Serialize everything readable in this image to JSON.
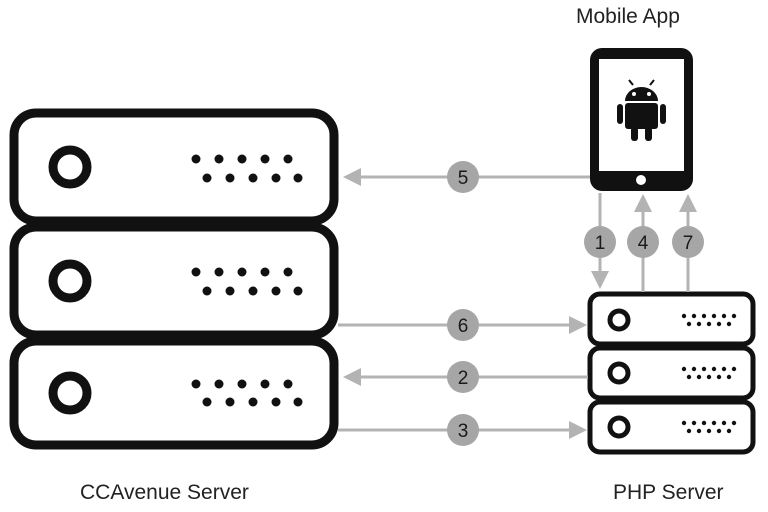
{
  "labels": {
    "mobile_app": "Mobile App",
    "ccavenue_server": "CCAvenue Server",
    "php_server": "PHP Server"
  },
  "steps": {
    "s1": "1",
    "s2": "2",
    "s3": "3",
    "s4": "4",
    "s5": "5",
    "s6": "6",
    "s7": "7"
  },
  "icons": {
    "phone_os": "android-icon"
  },
  "colors": {
    "server_stroke": "#111111",
    "arrow": "#b3b3b3",
    "badge": "#a6a6a6"
  }
}
